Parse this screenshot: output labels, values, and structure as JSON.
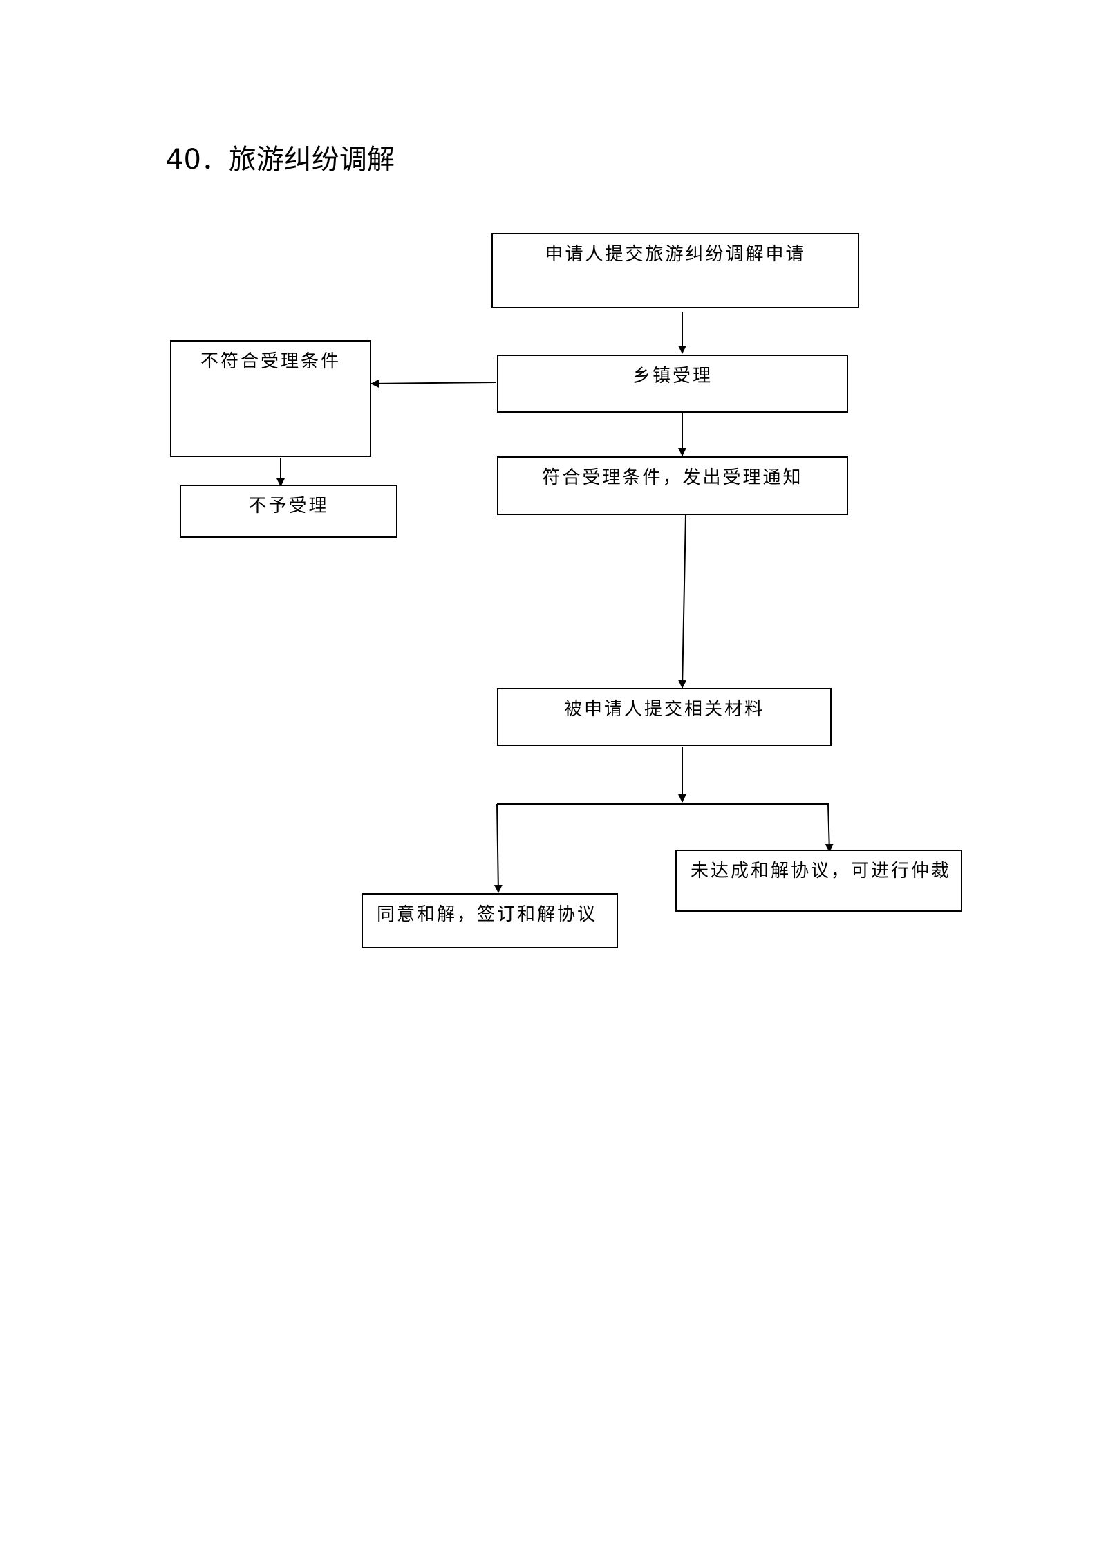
{
  "title": "40．旅游纠纷调解",
  "diagram": {
    "nodes": [
      {
        "id": "apply",
        "label": "申请人提交旅游纠纷调解申请"
      },
      {
        "id": "accept",
        "label": "乡镇受理"
      },
      {
        "id": "not_qualified",
        "label": "不符合受理条件"
      },
      {
        "id": "reject",
        "label": "不予受理"
      },
      {
        "id": "qualified",
        "label": "符合受理条件，发出受理通知"
      },
      {
        "id": "materials",
        "label": "被申请人提交相关材料"
      },
      {
        "id": "agree",
        "label": "同意和解，签订和解协议"
      },
      {
        "id": "arbitrate",
        "label": "未达成和解协议，可进行仲裁"
      }
    ],
    "edges": [
      {
        "from": "apply",
        "to": "accept"
      },
      {
        "from": "accept",
        "to": "not_qualified"
      },
      {
        "from": "not_qualified",
        "to": "reject"
      },
      {
        "from": "accept",
        "to": "qualified"
      },
      {
        "from": "qualified",
        "to": "materials"
      },
      {
        "from": "materials",
        "to": "agree"
      },
      {
        "from": "materials",
        "to": "arbitrate"
      }
    ]
  }
}
